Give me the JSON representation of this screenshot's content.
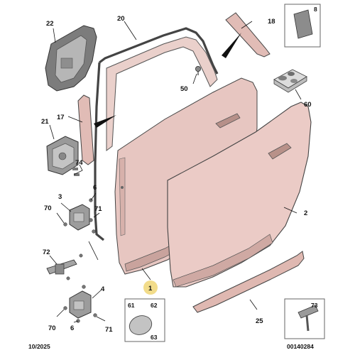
{
  "callouts": {
    "c1": "1",
    "c2": "2",
    "c3": "3",
    "c4": "4",
    "c6a": "6",
    "c6b": "6",
    "c8": "8",
    "c17": "17",
    "c18": "18",
    "c20": "20",
    "c21": "21",
    "c22": "22",
    "c25": "25",
    "c50": "50",
    "c60": "60",
    "c61": "61",
    "c62": "62",
    "c63": "63",
    "c70a": "70",
    "c70b": "70",
    "c71a": "71",
    "c71b": "71",
    "c72": "72",
    "c73": "73",
    "c74": "74"
  },
  "footer": {
    "date": "10/2025",
    "reference": "00140284"
  },
  "colors": {
    "door_fill": "#e9c9c4",
    "door_shade": "#d9aea8",
    "trim_fill": "#dcb4ae",
    "metal": "#9a9a9a",
    "callout_bubble": "#f2dc8a"
  }
}
